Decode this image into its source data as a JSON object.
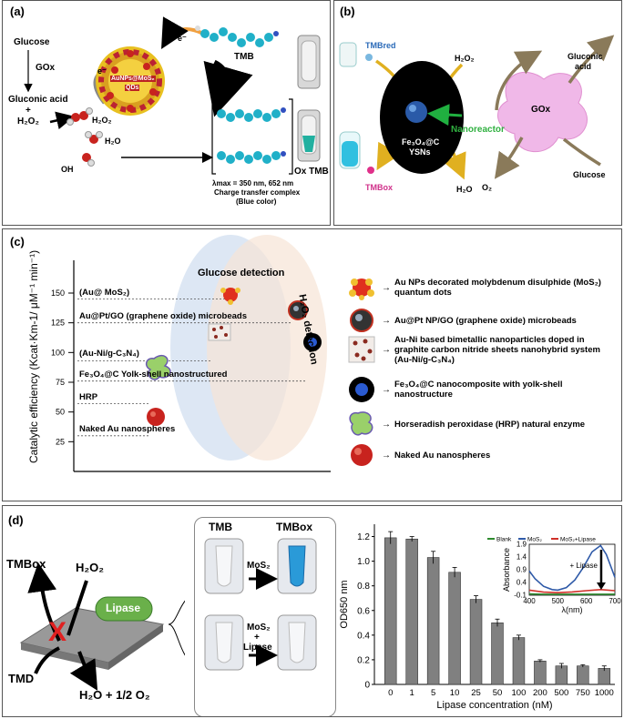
{
  "panel_a": {
    "label": "(a)",
    "glucose": "Glucose",
    "gox": "GOx",
    "gluconic": "Gluconic acid",
    "plus": "+",
    "h2o2_left": "H₂O₂",
    "h2o2": "H₂O₂",
    "h2o": "H₂O",
    "oh": "OH",
    "electron1": "e⁻",
    "electron2": "e⁻",
    "nano_line1": "AuNPs@MoS₂",
    "nano_line2": "QDs",
    "tmb": "TMB",
    "oxtmb": "Ox TMB",
    "lambda": "λmax = 350 nm, 652 nm",
    "ct1": "Charge transfer complex",
    "ct2": "(Blue color)"
  },
  "panel_b": {
    "label": "(b)",
    "tmbred": "TMBred",
    "h2o2": "H₂O₂",
    "nanoreactor": "Nanoreactor",
    "fe_line1": "Fe₃O₄@C",
    "fe_line2": "YSNs",
    "tmbox": "TMBox",
    "h2o": "H₂O",
    "gox": "GOx",
    "gluconic1": "Gluconic",
    "gluconic2": "acid",
    "o2": "O₂",
    "glucose": "Glucose"
  },
  "panel_c": {
    "label": "(c)",
    "yaxis": "Catalytic efficiency (Kcat·Km-1/ μM⁻¹ min⁻¹)",
    "glucose_detection": "Glucose detection",
    "h2o2_detection": "H₂O₂ detection",
    "ticks": [
      "150",
      "125",
      "100",
      "75",
      "50",
      "25"
    ],
    "entries": [
      {
        "name": "(Au@ MoS₂)",
        "value": 145
      },
      {
        "name": "Au@Pt/GO (graphene oxide) microbeads",
        "value": 125
      },
      {
        "name": "(Au-Ni/g-C₃N₄)",
        "value": 93
      },
      {
        "name": "Fe₃O₄@C Yolk-shell nanostructured",
        "value": 76
      },
      {
        "name": "HRP",
        "value": 57
      },
      {
        "name": "Naked Au nanospheres",
        "value": 30
      }
    ],
    "legend": [
      "Au NPs decorated molybdenum disulphide (MoS₂) quantum dots",
      "Au@Pt NP/GO (graphene oxide) microbeads",
      "Au-Ni based bimetallic nanoparticles doped in graphite carbon nitride sheets nanohybrid system (Au-Ni/g-C₃N₄)",
      "Fe₃O₄@C nanocomposite with yolk-shell nanostructure",
      "Horseradish peroxidase (HRP) natural enzyme",
      "Naked Au nanospheres"
    ]
  },
  "panel_d": {
    "label": "(d)",
    "tmbox": "TMBox",
    "h2o2": "H₂O₂",
    "lipase": "Lipase",
    "tmd": "TMD",
    "water": "H₂O + 1/2 O₂",
    "tmb": "TMB",
    "tmbox2": "TMBox",
    "mos2": "MoS₂",
    "mos2_lip1": "MoS₂",
    "mos2_lip2": "+",
    "mos2_lip3": "Lipase"
  },
  "chart_data": [
    {
      "type": "bar",
      "title": "",
      "xlabel": "Lipase concentration (nM)",
      "ylabel": "OD650 nm",
      "categories": [
        "0",
        "1",
        "5",
        "10",
        "25",
        "50",
        "100",
        "200",
        "500",
        "750",
        "1000"
      ],
      "values": [
        1.19,
        1.18,
        1.03,
        0.91,
        0.69,
        0.5,
        0.38,
        0.19,
        0.15,
        0.15,
        0.13
      ],
      "errors": [
        0.05,
        0.02,
        0.05,
        0.04,
        0.03,
        0.03,
        0.02,
        0.01,
        0.02,
        0.01,
        0.02
      ],
      "ylim": [
        0,
        1.3
      ],
      "yticks": [
        "0",
        "0.2",
        "0.4",
        "0.6",
        "0.8",
        "1.0",
        "1.2"
      ],
      "grid": false,
      "color": "#808080"
    },
    {
      "type": "line",
      "xlabel": "λ(nm)",
      "ylabel": "Absorbance",
      "xlim": [
        400,
        700
      ],
      "ylim": [
        -0.1,
        1.9
      ],
      "xticks": [
        "400",
        "500",
        "600",
        "700"
      ],
      "yticks": [
        "-0.1",
        "0.4",
        "0.9",
        "1.4",
        "1.9"
      ],
      "annotation": "+ Lipase",
      "legend_position": "top",
      "series": [
        {
          "name": "Blank",
          "color": "#2e8b2e",
          "x": [
            400,
            450,
            500,
            550,
            600,
            650,
            700
          ],
          "y": [
            -0.05,
            -0.06,
            -0.06,
            -0.06,
            -0.06,
            -0.06,
            -0.06
          ]
        },
        {
          "name": "MoS₂",
          "color": "#2f5aa8",
          "x": [
            400,
            420,
            450,
            480,
            500,
            530,
            560,
            590,
            620,
            650,
            670,
            690,
            700
          ],
          "y": [
            0.85,
            0.55,
            0.25,
            0.12,
            0.1,
            0.2,
            0.5,
            1.0,
            1.6,
            1.85,
            1.5,
            0.9,
            0.6
          ]
        },
        {
          "name": "MoS₂+Lipase",
          "color": "#d03028",
          "x": [
            400,
            450,
            500,
            550,
            600,
            650,
            700
          ],
          "y": [
            0.1,
            0.02,
            0.0,
            0.03,
            0.08,
            0.12,
            0.08
          ]
        }
      ]
    }
  ]
}
